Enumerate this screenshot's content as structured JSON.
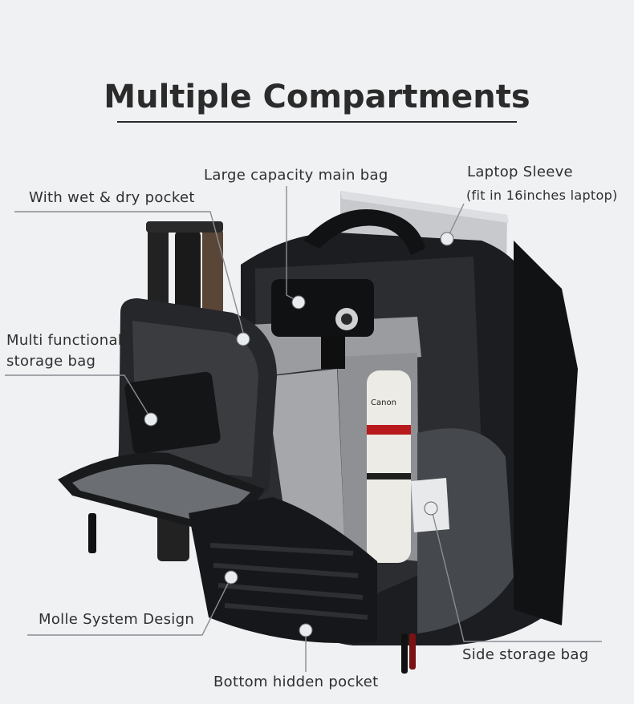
{
  "title": "Multiple Compartments",
  "callouts": {
    "main_bag": "Large capacity main bag",
    "laptop_sleeve": "Laptop Sleeve",
    "laptop_note": "(fit in 16inches laptop)",
    "wet_dry": "With wet & dry pocket",
    "multi_line1": "Multi functional",
    "multi_line2": "storage bag",
    "molle": "Molle System Design",
    "side_storage": "Side storage bag",
    "bottom_pocket": "Bottom hidden pocket"
  },
  "colors": {
    "background": "#eff1f3",
    "bag_body": "#1c1d20",
    "bag_panel": "#2b2d31",
    "divider_gray": "#9a9c9f",
    "laptop_silver": "#c7c9cc",
    "lens_white": "#ecebe6",
    "callout_dot": "#e9ecef"
  }
}
